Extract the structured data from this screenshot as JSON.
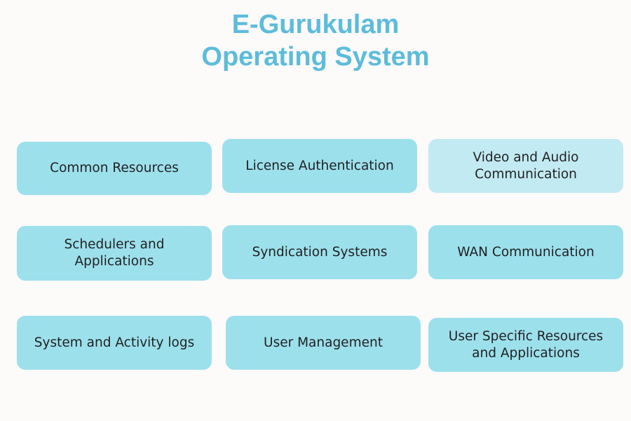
{
  "header": {
    "title_line1": "E-Gurukulam",
    "title_line2": "Operating System"
  },
  "colors": {
    "title": "#5cbcdc",
    "card": "#9ce0ec",
    "card_highlight": "#c2eaf2",
    "background": "#fdfafa"
  },
  "modules": [
    {
      "label": "Common Resources"
    },
    {
      "label": "License Authentication"
    },
    {
      "label": "Video and Audio\nCommunication"
    },
    {
      "label": "Schedulers and\nApplications"
    },
    {
      "label": "Syndication Systems"
    },
    {
      "label": "WAN Communication"
    },
    {
      "label": "System and Activity logs"
    },
    {
      "label": "User Management"
    },
    {
      "label": "User Specific Resources\nand Applications"
    }
  ]
}
